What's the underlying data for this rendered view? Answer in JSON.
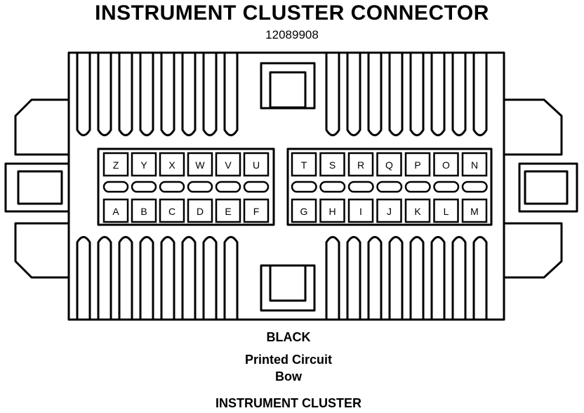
{
  "title": "INSTRUMENT CLUSTER CONNECTOR",
  "part_number": "12089908",
  "pins": {
    "top_left": [
      "Z",
      "Y",
      "X",
      "W",
      "V",
      "U"
    ],
    "top_right": [
      "T",
      "S",
      "R",
      "Q",
      "P",
      "O",
      "N"
    ],
    "bottom_left": [
      "A",
      "B",
      "C",
      "D",
      "E",
      "F"
    ],
    "bottom_right": [
      "G",
      "H",
      "I",
      "J",
      "K",
      "L",
      "M"
    ]
  },
  "color_label": "BLACK",
  "description_line1": "Printed Circuit",
  "description_line2": "Bow",
  "footer": "INSTRUMENT CLUSTER"
}
